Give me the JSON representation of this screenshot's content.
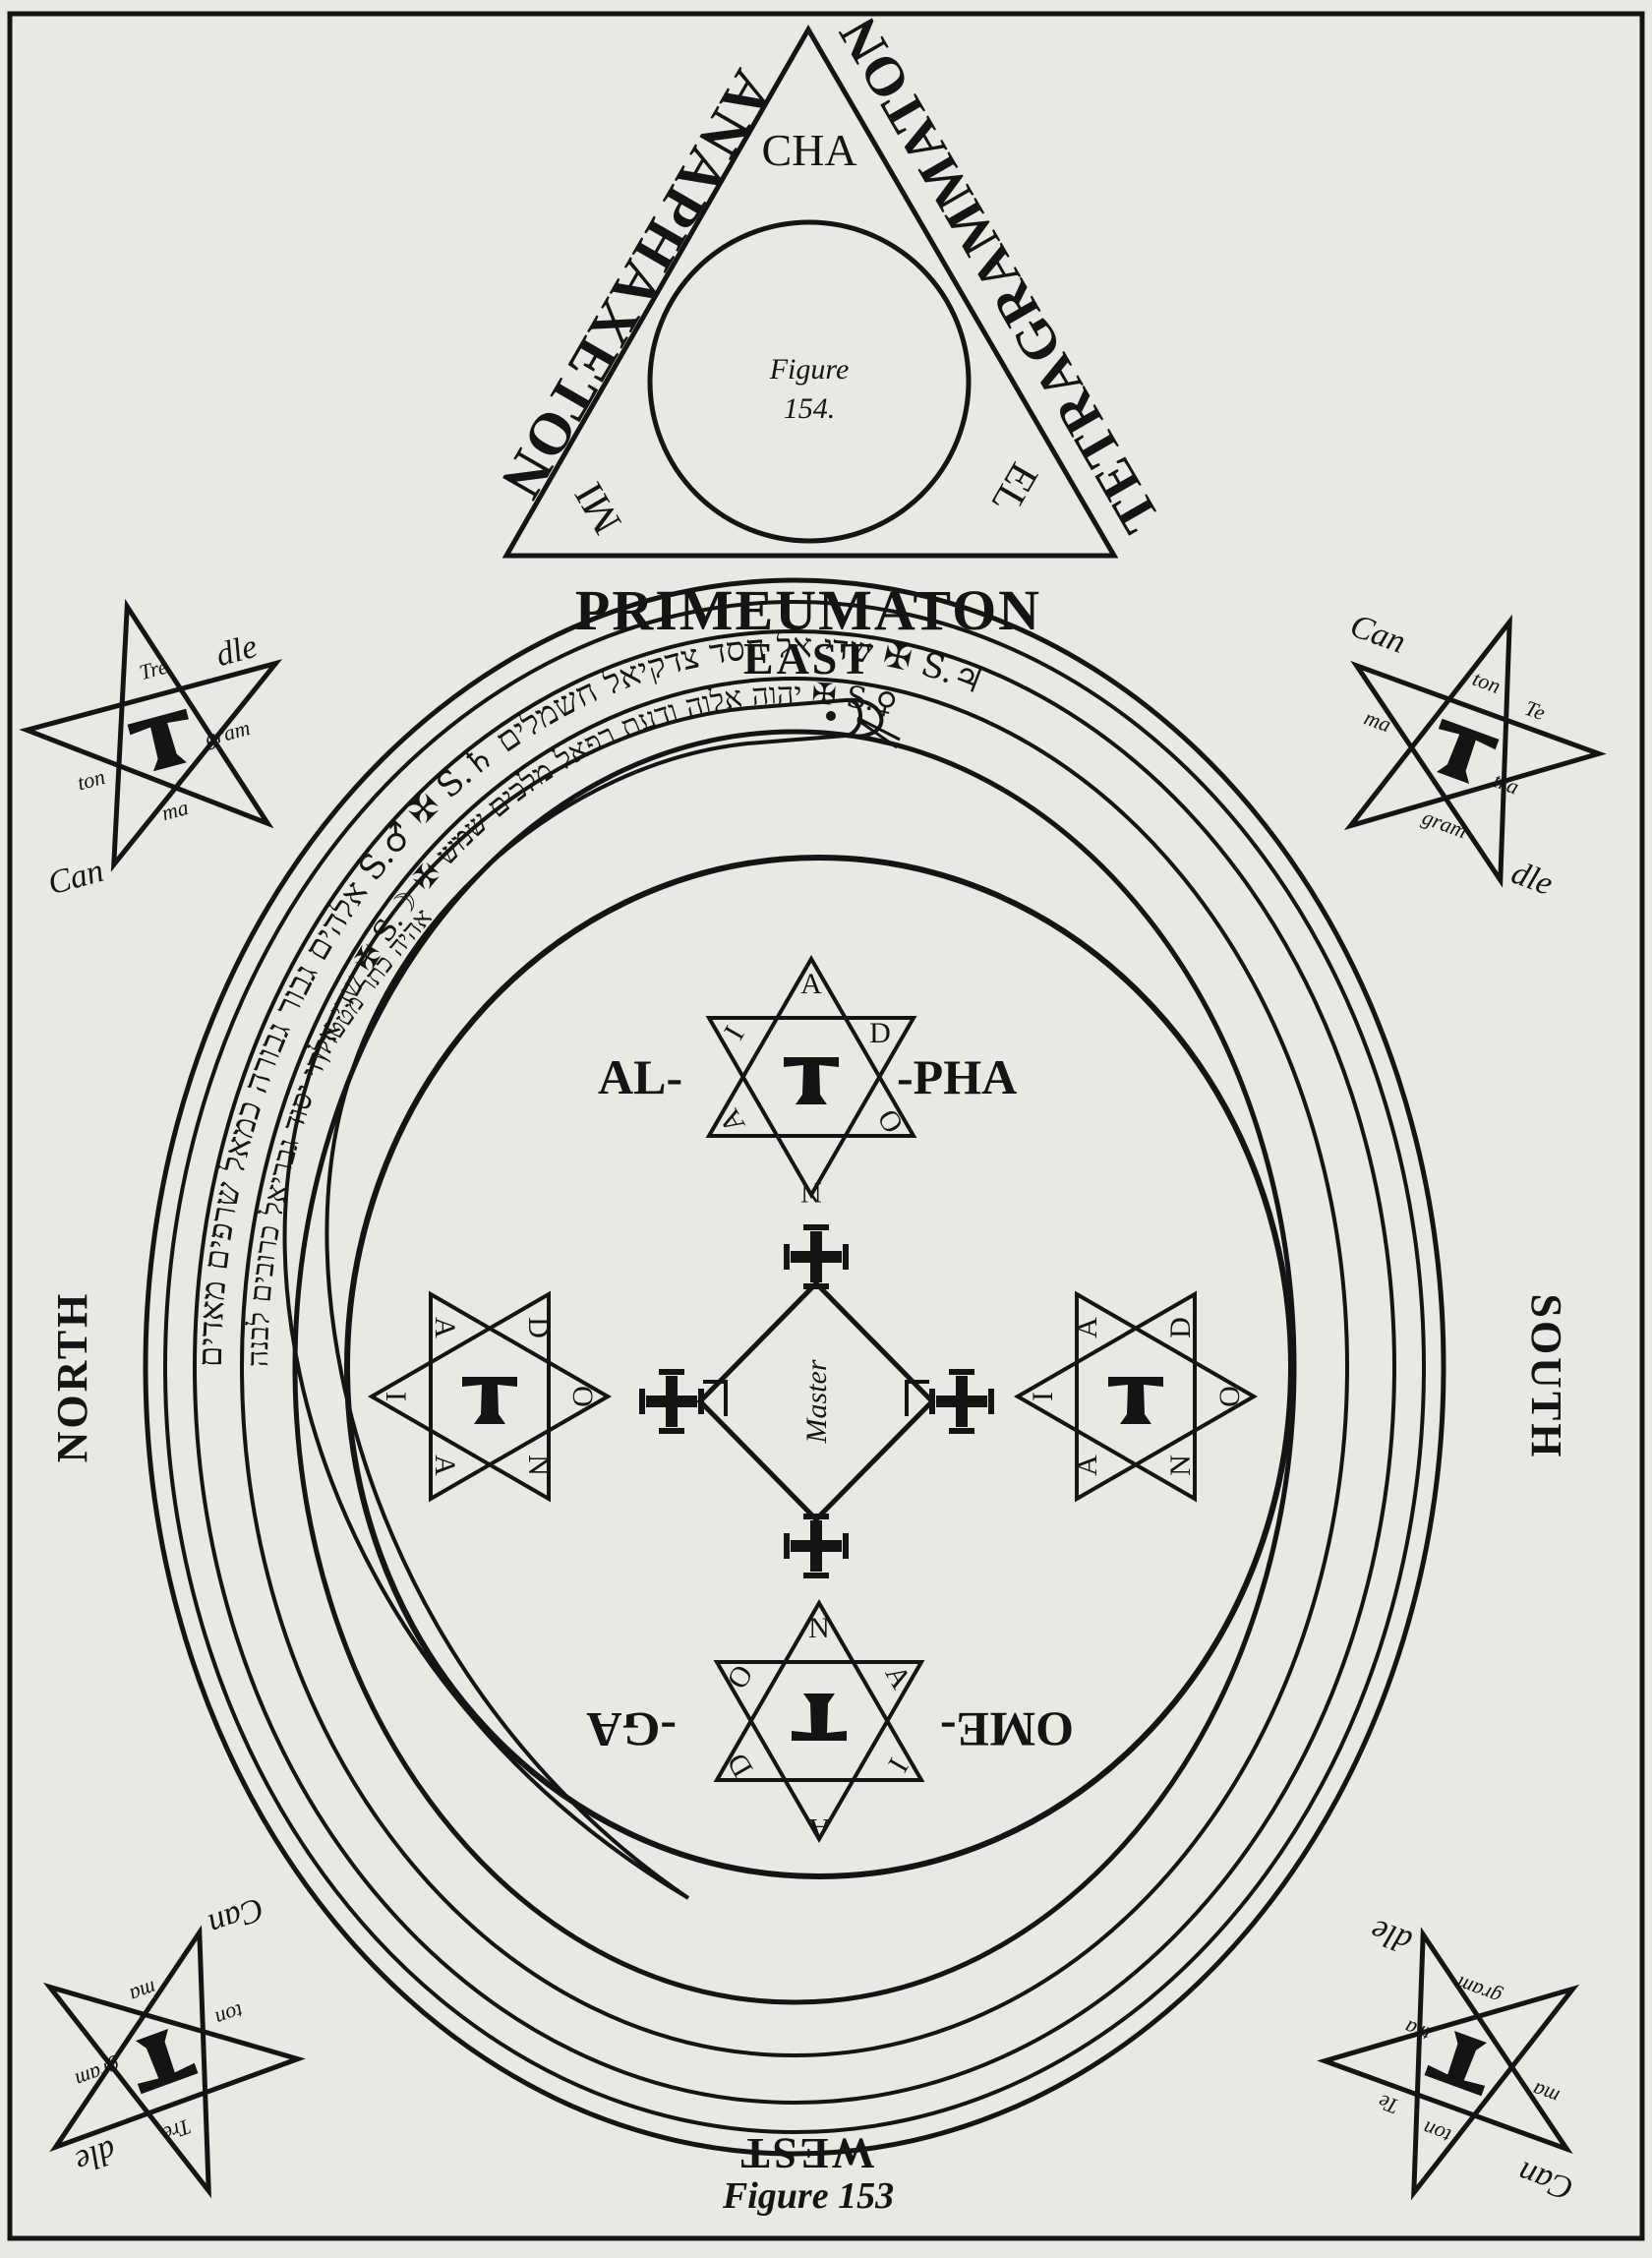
{
  "colors": {
    "paper": "#e9e8e3",
    "ink": "#141414"
  },
  "triangle": {
    "left_side": "ANAPHAXETON",
    "right_side": "TETRAGRAMMATON",
    "top_inner": "CHA",
    "left_inner": "MI",
    "right_inner": "EL",
    "circle_caption_1": "Figure",
    "circle_caption_2": "154."
  },
  "labels": {
    "top_word": "PRIMEUMATON",
    "east": "EAST",
    "west": "WEST",
    "north": "NORTH",
    "south": "SOUTH",
    "bottom_caption": "Figure 153",
    "center": "Master"
  },
  "hexagrams": {
    "top": {
      "left_word": "AL-",
      "right_word": "-PHA",
      "letters": [
        "A",
        "D",
        "O",
        "N",
        "A",
        "I"
      ]
    },
    "bottom": {
      "left_word": "-GA",
      "right_word": "OME-",
      "letters": [
        "N",
        "A",
        "I",
        "A",
        "D",
        "O"
      ]
    },
    "left": {
      "letters": [
        "D",
        "O",
        "N",
        "A",
        "I",
        "A"
      ]
    },
    "right": {
      "letters": [
        "A",
        "I",
        "A",
        "D",
        "O",
        "N"
      ]
    }
  },
  "pentagrams": {
    "top_left": [
      "Can",
      "dle",
      "Tre",
      "gram",
      "ma",
      "ton"
    ],
    "top_right": [
      "Can",
      "Te",
      "tra",
      "gram",
      "ma",
      "ton",
      "dle"
    ],
    "bottom_left": [
      "Can",
      "dle",
      "Tre",
      "gram",
      "ma",
      "ton"
    ],
    "bottom_right": [
      "Can",
      "ton",
      "Te",
      "tra",
      "gram",
      "ma",
      "dle"
    ]
  },
  "rings": {
    "serpent": "אהיה כתר מטטרון",
    "ring1": "אלהים גבור גבורה כמאל שרפים מאדים S.♂ ✠ S.♄ שדי אל חסד צדקיאל חשמלים ✠ S.♃",
    "ring2": "שדי אלחי יסוד גבריאל כרובים לבנה ✠ S.☽ ✠ יהוה אלוה ודעת רפאל מלכים שמש ✠ S.♀"
  }
}
